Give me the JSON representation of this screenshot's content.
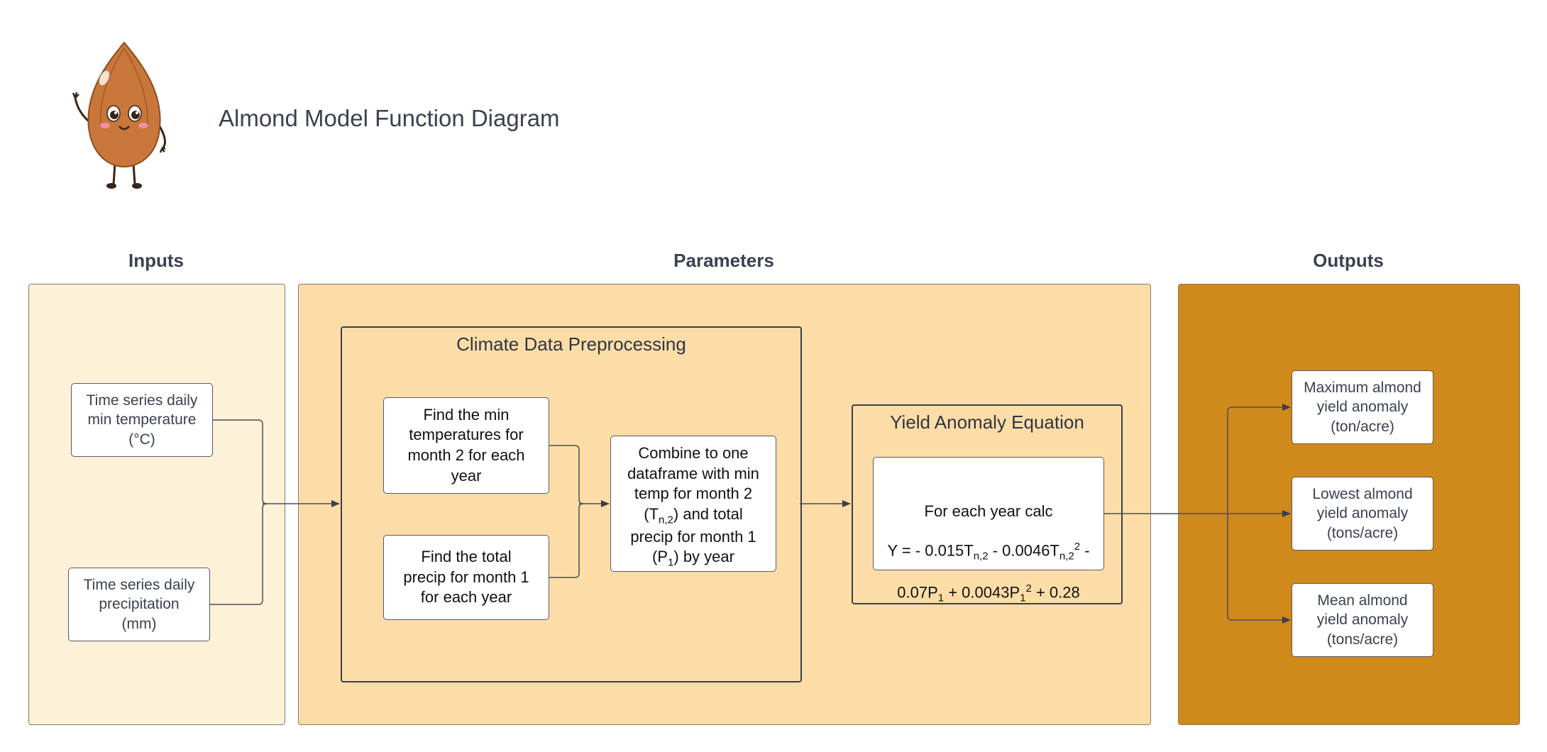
{
  "title": "Almond Model Function Diagram",
  "sections": {
    "inputs": "Inputs",
    "parameters": "Parameters",
    "outputs": "Outputs"
  },
  "inputs": [
    "Time series daily\nmin temperature\n(°C)",
    "Time series daily\nprecipitation\n(mm)"
  ],
  "climate_group": {
    "title": "Climate Data Preprocessing",
    "find_min_temp": "Find the min\ntemperatures for\nmonth 2 for each\nyear",
    "find_total_precip": "Find the total\nprecip for month 1\nfor each year",
    "combine": {
      "line1": "Combine to one",
      "line2": "dataframe with min",
      "line3": "temp for month 2",
      "t_open": "(T",
      "t_sub": "n,2",
      "t_rest": ") and total",
      "line5": "precip for month 1",
      "p_open": "(P",
      "p_sub": "1",
      "p_rest": ") by year"
    }
  },
  "yield_group": {
    "title": "Yield Anomaly Equation",
    "equation": {
      "line1": "For each year calc",
      "y_a": "Y = - 0.015T",
      "y_a_sub": "n,2",
      "y_b": " - 0.0046T",
      "y_b_sub": "n,2",
      "y_b_sup": "2",
      "y_c": " -",
      "l3_a": "0.07P",
      "l3_a_sub": "1",
      "l3_b": " + 0.0043P",
      "l3_b_sub": "1",
      "l3_b_sup": "2",
      "l3_c": " + 0.28"
    }
  },
  "outputs": [
    "Maximum almond\nyield anomaly\n(ton/acre)",
    "Lowest almond\nyield anomaly\n(tons/acre)",
    "Mean almond\nyield anomaly\n(tons/acre)"
  ],
  "colors": {
    "inputs_panel": "#fdf1d7",
    "parameters_panel": "#fddda7",
    "outputs_panel": "#d0891b",
    "almond": "#c8763a"
  }
}
